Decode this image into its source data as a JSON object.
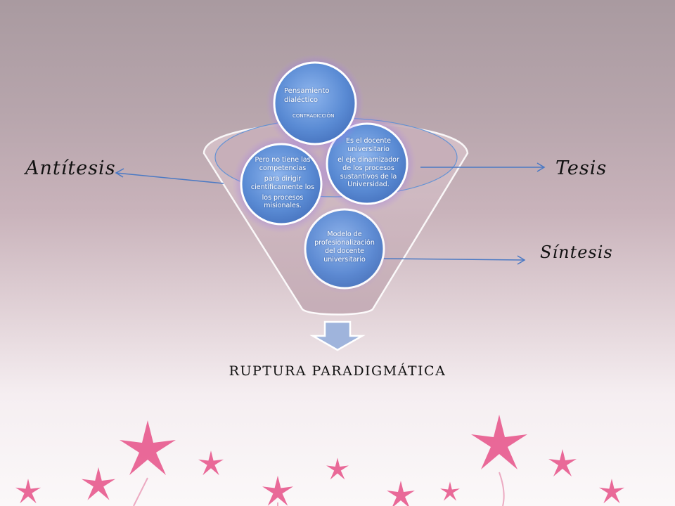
{
  "labels": {
    "antitesis": "Antítesis",
    "tesis": "Tesis",
    "sintesis": "Síntesis",
    "caption": "RUPTURA  PARADIGMÁTICA"
  },
  "circles": {
    "top": {
      "line1": "Pensamiento",
      "line2": "dialéctico",
      "line3": "CONTRADICCIÓN"
    },
    "left": {
      "line1": "Pero no tiene las",
      "line2": "competencias",
      "line3": "para dirigir",
      "line4": "científicamente los",
      "line5": "los procesos",
      "line6": "misionales."
    },
    "right": {
      "line1": "Es el docente",
      "line2": "universitario",
      "line3": "el eje dinamizador",
      "line4": "de los procesos",
      "line5": "sustantivos de la",
      "line6": "Universidad."
    },
    "bottom": {
      "line1": "Modelo de",
      "line2": "profesionalización",
      "line3": "del docente",
      "line4": "universitario"
    }
  },
  "colors": {
    "circle_blue": "#5b8fd6",
    "circle_glow": "#8a6fe0",
    "arrow_blue": "#4a79c4",
    "funnel_fill": "#c9b4bc",
    "flower_pink": "#e85a8e"
  }
}
